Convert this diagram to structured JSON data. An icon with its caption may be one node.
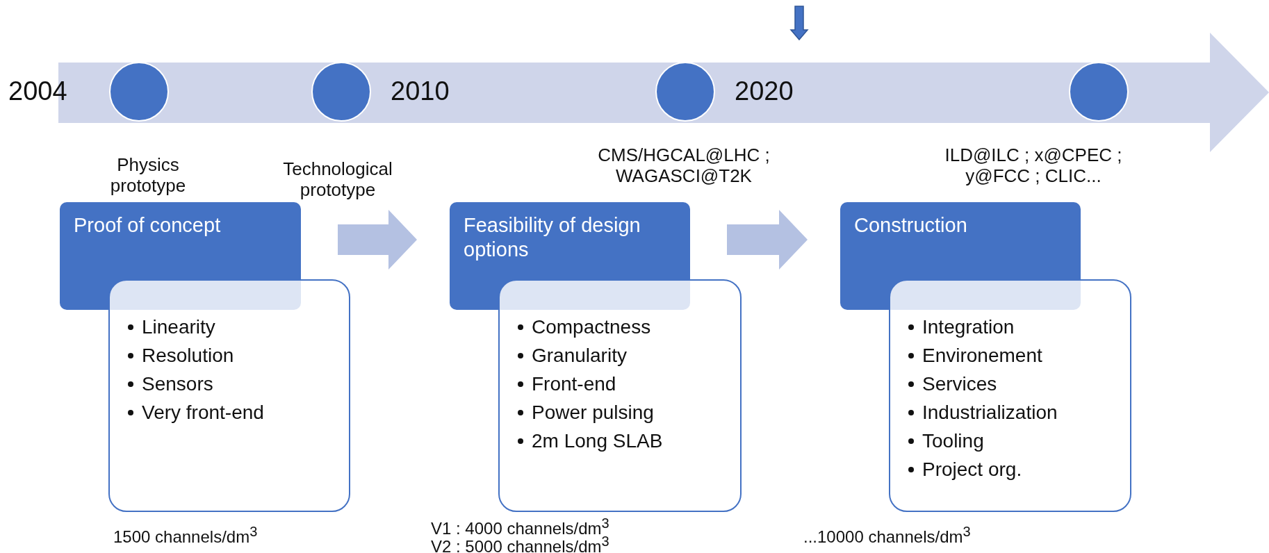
{
  "diagram": {
    "nodes": [
      {
        "text": [],
        "shape": "arrow"
      },
      {
        "text": [],
        "shape": "circle",
        "in": 0,
        "beside": [
          "2004"
        ]
      },
      {
        "text": [],
        "shape": "circle",
        "in": 0,
        "beside": [
          "2010"
        ]
      },
      {
        "text": [],
        "shape": "circle",
        "in": 0,
        "beside": [
          "2020"
        ]
      },
      {
        "text": [],
        "shape": "circle",
        "in": 0
      },
      {
        "text": [
          "Proof of concept"
        ]
      },
      {
        "text": [
          "Linearity",
          "Resolution",
          "Sensors",
          "Very front-end"
        ]
      },
      {
        "text": [
          "Feasibility of design options"
        ]
      },
      {
        "text": [
          "Compactness",
          "Granularity",
          "Front-end",
          "Power pulsing",
          "2m Long SLAB"
        ]
      },
      {
        "text": [
          "Construction"
        ]
      },
      {
        "text": [
          "Integration",
          "Environement",
          "Services",
          "Industrialization",
          "Tooling",
          "Project org."
        ]
      }
    ],
    "edges": [
      {
        "from": null,
        "to": 0,
        "arrow": "to",
        "color": "#4472c4"
      },
      {
        "from": 5,
        "to": 7,
        "arrow": "to",
        "style": "thick"
      },
      {
        "from": 7,
        "to": 9,
        "arrow": "to",
        "style": "thick"
      }
    ],
    "labels": [
      "Physics prototype",
      "Technological prototype",
      "CMS/HGCAL@LHC ; WAGASCI@T2K",
      "ILD@ILC ; x@CPEC ; y@FCC ; CLIC...",
      "1500 channels/dm$^{3}$",
      "V1 : 4000 channels/dm$^{3}$",
      "V2 : 5000 channels/dm$^{3}$",
      "...10000 channels/dm$^{3}$"
    ]
  }
}
